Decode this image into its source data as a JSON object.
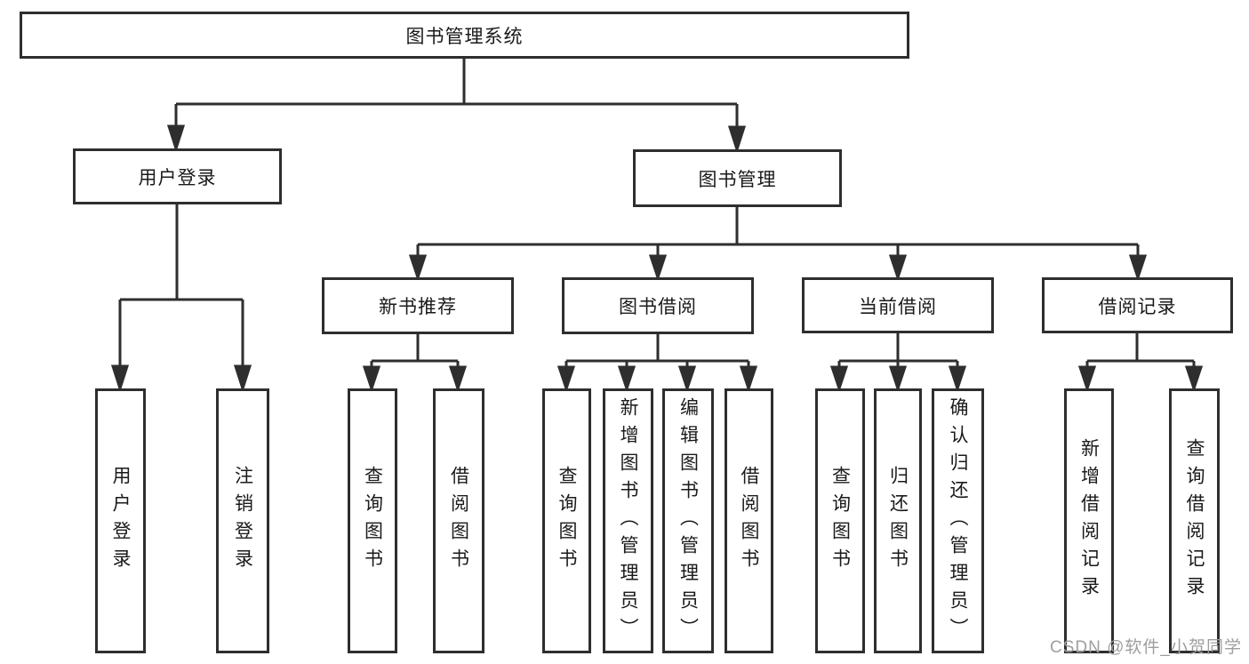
{
  "diagram_title": "图书管理系统",
  "colors": {
    "line": "#2e2e2e",
    "text": "#1a1a1a",
    "background": "#ffffff",
    "watermark": "#9e9e9e"
  },
  "tree": {
    "root": {
      "label": "图书管理系统"
    },
    "level2": [
      {
        "label": "用户登录",
        "children": [
          {
            "label": "用户登录"
          },
          {
            "label": "注销登录"
          }
        ]
      },
      {
        "label": "图书管理",
        "children": [
          {
            "label": "新书推荐",
            "children": [
              {
                "label": "查询图书"
              },
              {
                "label": "借阅图书"
              }
            ]
          },
          {
            "label": "图书借阅",
            "children": [
              {
                "label": "查询图书"
              },
              {
                "label": "新增图书（管理员）"
              },
              {
                "label": "编辑图书（管理员）"
              },
              {
                "label": "借阅图书"
              }
            ]
          },
          {
            "label": "当前借阅",
            "children": [
              {
                "label": "查询图书"
              },
              {
                "label": "归还图书"
              },
              {
                "label": "确认归还（管理员）"
              }
            ]
          },
          {
            "label": "借阅记录",
            "children": [
              {
                "label": "新增借阅记录"
              },
              {
                "label": "查询借阅记录"
              }
            ]
          }
        ]
      }
    ]
  },
  "watermark": {
    "text": "CSDN @软件_小贺同学"
  }
}
